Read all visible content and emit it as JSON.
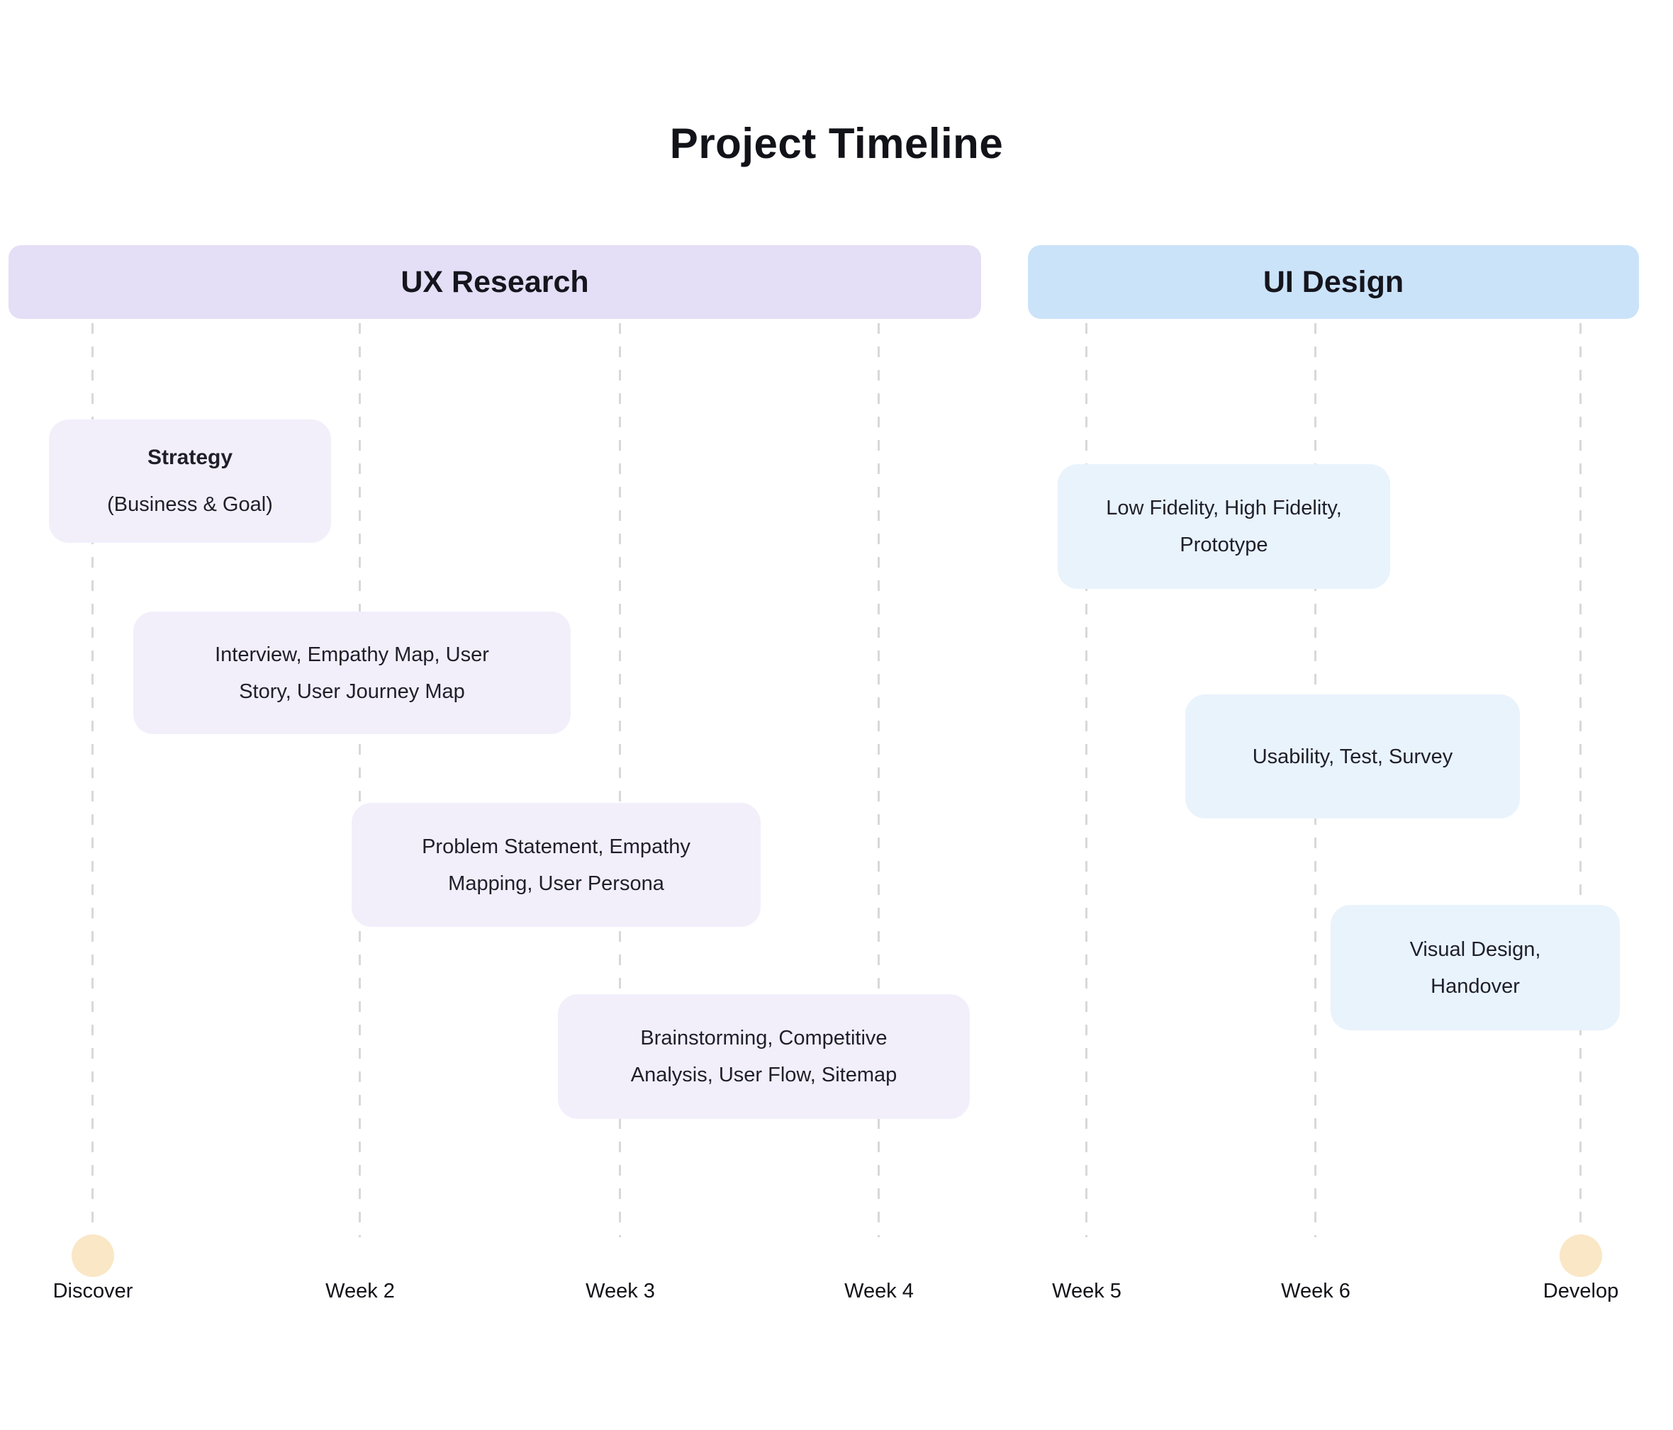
{
  "title": "Project Timeline",
  "sections": {
    "ux": {
      "label": "UX Research"
    },
    "ui": {
      "label": "UI Design"
    }
  },
  "timeline": {
    "labels": [
      "Discover",
      "Week 2",
      "Week 3",
      "Week 4",
      "Week 5",
      "Week 6",
      "Develop"
    ]
  },
  "cards": {
    "strategy": {
      "line1": "Strategy",
      "line2": "(Business & Goal)"
    },
    "interview": {
      "line1": "Interview, Empathy Map, User",
      "line2": "Story, User Journey Map"
    },
    "problem": {
      "line1": "Problem Statement, Empathy",
      "line2": "Mapping, User Persona"
    },
    "brainstorm": {
      "line1": "Brainstorming, Competitive",
      "line2": "Analysis, User Flow, Sitemap"
    },
    "lowfi": {
      "line1": "Low Fidelity, High Fidelity,",
      "line2": "Prototype"
    },
    "usability": {
      "line1": "Usability, Test, Survey"
    },
    "visual": {
      "line1": "Visual Design,",
      "line2": "Handover"
    }
  },
  "colors": {
    "ux_bar": "#E4DEF6",
    "ux_card": "#F2EFFB",
    "ui_bar": "#CBE3F9",
    "ui_card": "#E9F3FC",
    "dot": "#FAE7C6",
    "dash": "#D8D8D8",
    "ink": "#121219",
    "card_ink": "#1F1F2A"
  }
}
